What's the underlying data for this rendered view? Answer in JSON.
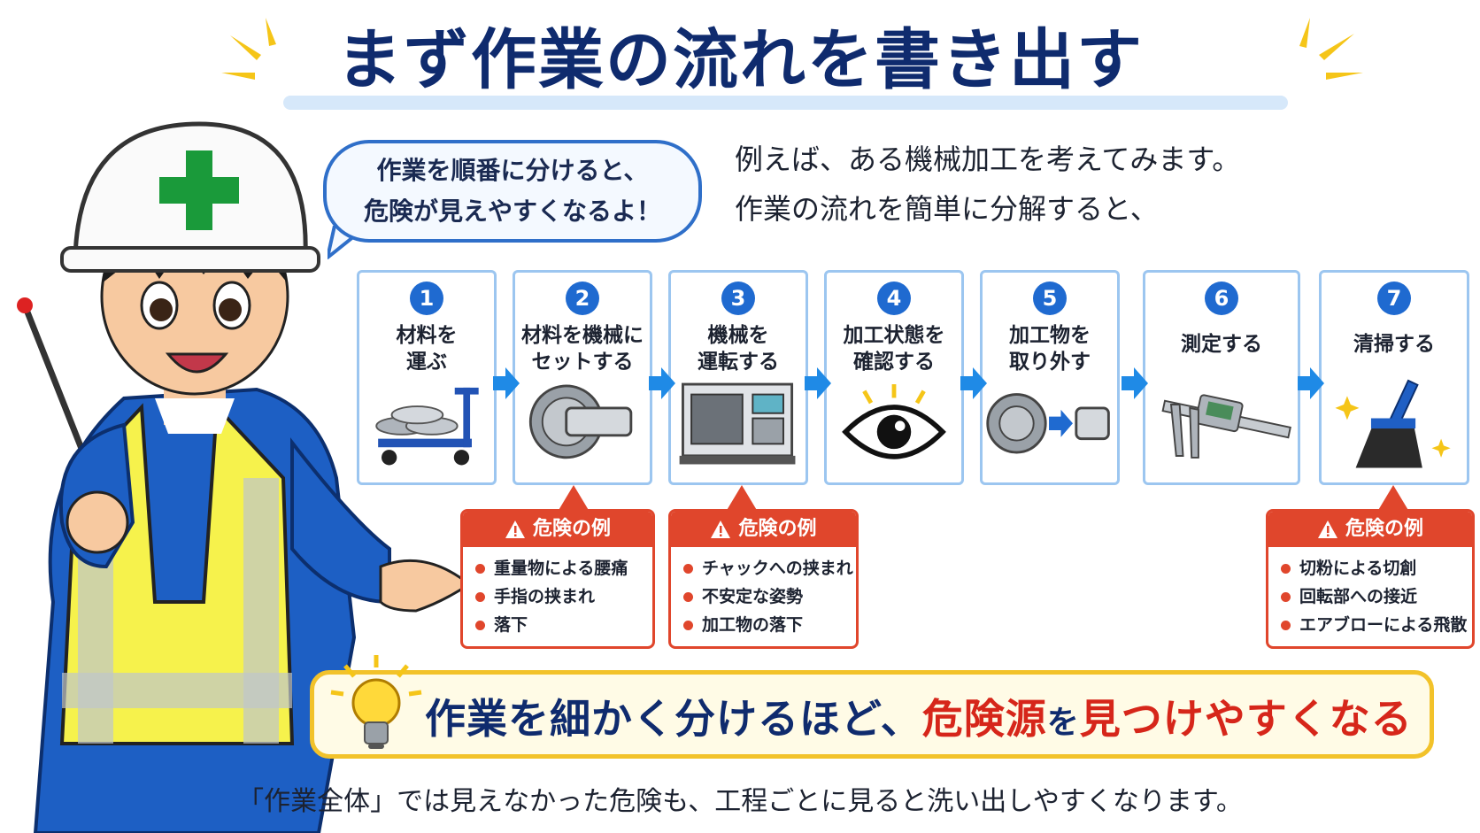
{
  "title": "まず作業の流れを書き出す",
  "intro": {
    "line1": "例えば、ある機械加工を考えてみます。",
    "line2": "作業の流れを簡単に分解すると、"
  },
  "bubble": {
    "line1": "作業を順番に分けると、",
    "line2": "危険が見えやすくなるよ！"
  },
  "steps": [
    {
      "num": "1",
      "label": "材料を\n運ぶ",
      "icon": "cart-icon"
    },
    {
      "num": "2",
      "label": "材料を機械に\nセットする",
      "icon": "chuck-icon"
    },
    {
      "num": "3",
      "label": "機械を\n運転する",
      "icon": "machine-icon"
    },
    {
      "num": "4",
      "label": "加工状態を\n確認する",
      "icon": "eye-icon"
    },
    {
      "num": "5",
      "label": "加工物を\n取り外す",
      "icon": "remove-icon"
    },
    {
      "num": "6",
      "label": "測定する",
      "icon": "caliper-icon"
    },
    {
      "num": "7",
      "label": "清掃する",
      "icon": "brush-icon"
    }
  ],
  "dangers": [
    {
      "title": "危険の例",
      "items": [
        "重量物による腰痛",
        "手指の挟まれ",
        "落下"
      ]
    },
    {
      "title": "危険の例",
      "items": [
        "チャックへの挟まれ",
        "不安定な姿勢",
        "加工物の落下"
      ]
    },
    {
      "title": "危険の例",
      "items": [
        "切粉による切創",
        "回転部への接近",
        "エアブローによる飛散"
      ]
    }
  ],
  "banner": {
    "part1": "作業を細かく分けるほど、",
    "part2": "危険源",
    "part3": "を",
    "part4": "見つけやすくなる"
  },
  "footnote": "「作業全体」では見えなかった危険も、工程ごとに見ると洗い出しやすくなります。",
  "colors": {
    "navy": "#0f2b6e",
    "blue": "#1f6ad0",
    "red": "#e0462c",
    "yellow": "#f2c22a"
  }
}
